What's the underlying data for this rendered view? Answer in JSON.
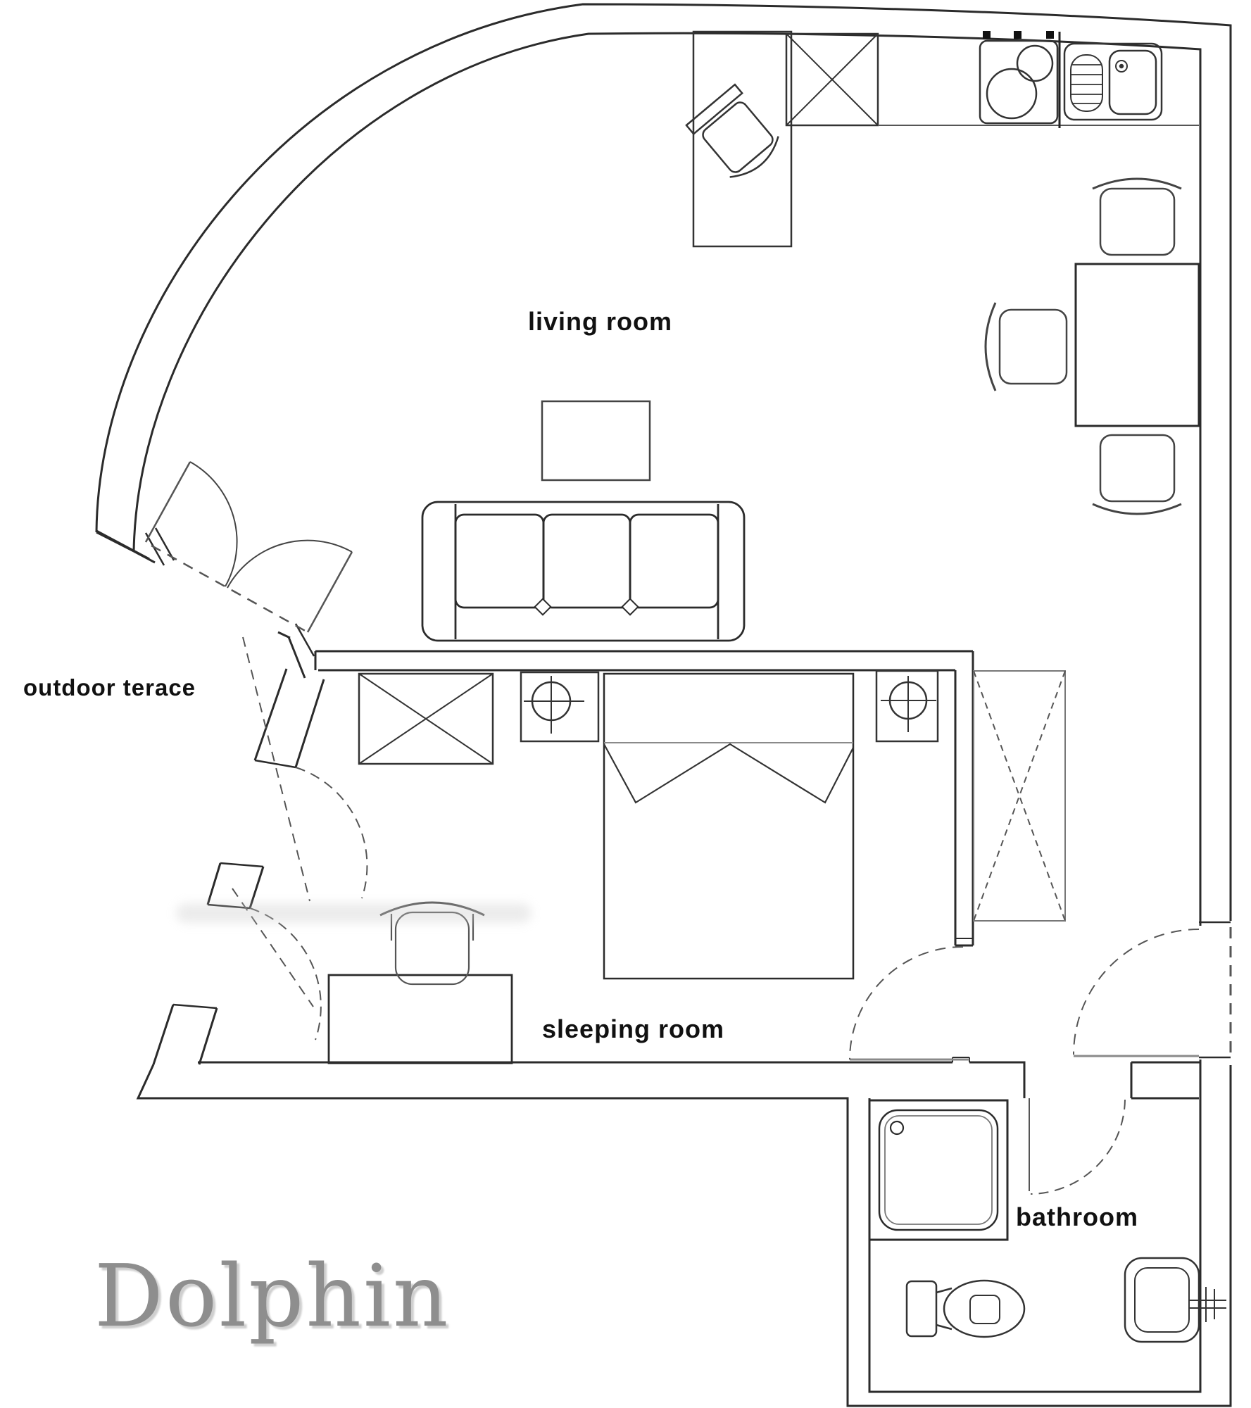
{
  "title": "Dolphin",
  "labels": {
    "living_room": "living room",
    "outdoor_terrace": "outdoor terace",
    "sleeping_room": "sleeping room",
    "bathroom": "bathroom",
    "title": "Dolphin"
  },
  "rooms": [
    {
      "id": "living-room",
      "label": "living room"
    },
    {
      "id": "outdoor-terrace",
      "label": "outdoor terace"
    },
    {
      "id": "sleeping-room",
      "label": "sleeping room"
    },
    {
      "id": "bathroom",
      "label": "bathroom"
    }
  ],
  "furniture_symbols": [
    "kitchen-hob-2-burners",
    "kitchen-sink-with-drainer",
    "kitchen-cabinet-x",
    "kitchen-chair-unit",
    "dining-table",
    "dining-chair-top",
    "dining-chair-left",
    "dining-chair-bottom",
    "coffee-table",
    "three-seat-sofa",
    "wardrobe-x",
    "double-bed",
    "nightstand-lamp-left",
    "nightstand-lamp-right",
    "desk",
    "office-chair",
    "hall-wardrobe-x",
    "shower-cabin",
    "toilet",
    "washbasin",
    "terrace-double-door",
    "sleeping-room-door",
    "entry-door",
    "bathroom-door"
  ],
  "colors": {
    "background": "#ffffff",
    "wall": "#2b2b2b",
    "furniture": "#3a3a3a",
    "thin_gray": "#8a8a8a",
    "door": "#555555",
    "label": "#111111",
    "title_gray": "#8e8e8e"
  }
}
